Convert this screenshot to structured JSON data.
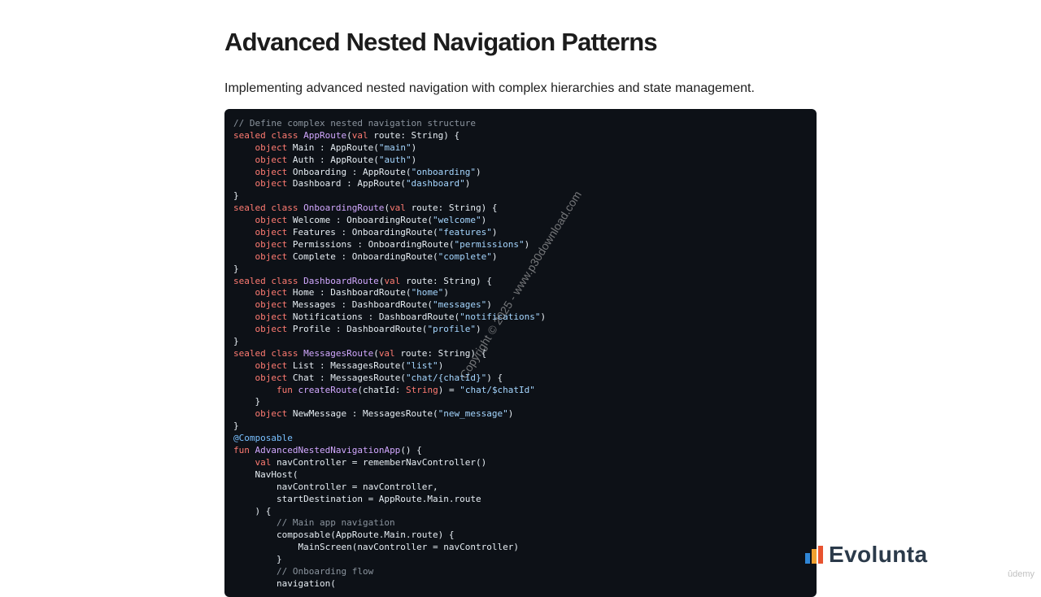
{
  "header": {
    "title": "Advanced Nested Navigation Patterns",
    "description": "Implementing advanced nested navigation with complex hierarchies and state management."
  },
  "colors": {
    "page_bg": "#ffffff",
    "code_bg": "#0d1117",
    "keyword": "#ff7b72",
    "class_name": "#d2a8ff",
    "string": "#a5d6ff",
    "comment": "#8b949e",
    "annotation": "#79c0ff",
    "plain": "#e6edf3"
  },
  "code": {
    "language": "kotlin",
    "lines": [
      [
        [
          "c",
          "// Define complex nested navigation structure"
        ]
      ],
      [
        [
          "k",
          "sealed class "
        ],
        [
          "t",
          "AppRoute"
        ],
        [
          "p",
          "("
        ],
        [
          "k",
          "val "
        ],
        [
          "p",
          "route: String) {"
        ]
      ],
      [
        [
          "p",
          "    "
        ],
        [
          "k",
          "object "
        ],
        [
          "p",
          "Main : AppRoute("
        ],
        [
          "s",
          "\"main\""
        ],
        [
          "p",
          ")"
        ]
      ],
      [
        [
          "p",
          "    "
        ],
        [
          "k",
          "object "
        ],
        [
          "p",
          "Auth : AppRoute("
        ],
        [
          "s",
          "\"auth\""
        ],
        [
          "p",
          ")"
        ]
      ],
      [
        [
          "p",
          "    "
        ],
        [
          "k",
          "object "
        ],
        [
          "p",
          "Onboarding : AppRoute("
        ],
        [
          "s",
          "\"onboarding\""
        ],
        [
          "p",
          ")"
        ]
      ],
      [
        [
          "p",
          "    "
        ],
        [
          "k",
          "object "
        ],
        [
          "p",
          "Dashboard : AppRoute("
        ],
        [
          "s",
          "\"dashboard\""
        ],
        [
          "p",
          ")"
        ]
      ],
      [
        [
          "p",
          "}"
        ]
      ],
      [
        [
          "k",
          "sealed class "
        ],
        [
          "t",
          "OnboardingRoute"
        ],
        [
          "p",
          "("
        ],
        [
          "k",
          "val "
        ],
        [
          "p",
          "route: String) {"
        ]
      ],
      [
        [
          "p",
          "    "
        ],
        [
          "k",
          "object "
        ],
        [
          "p",
          "Welcome : OnboardingRoute("
        ],
        [
          "s",
          "\"welcome\""
        ],
        [
          "p",
          ")"
        ]
      ],
      [
        [
          "p",
          "    "
        ],
        [
          "k",
          "object "
        ],
        [
          "p",
          "Features : OnboardingRoute("
        ],
        [
          "s",
          "\"features\""
        ],
        [
          "p",
          ")"
        ]
      ],
      [
        [
          "p",
          "    "
        ],
        [
          "k",
          "object "
        ],
        [
          "p",
          "Permissions : OnboardingRoute("
        ],
        [
          "s",
          "\"permissions\""
        ],
        [
          "p",
          ")"
        ]
      ],
      [
        [
          "p",
          "    "
        ],
        [
          "k",
          "object "
        ],
        [
          "p",
          "Complete : OnboardingRoute("
        ],
        [
          "s",
          "\"complete\""
        ],
        [
          "p",
          ")"
        ]
      ],
      [
        [
          "p",
          "}"
        ]
      ],
      [
        [
          "k",
          "sealed class "
        ],
        [
          "t",
          "DashboardRoute"
        ],
        [
          "p",
          "("
        ],
        [
          "k",
          "val "
        ],
        [
          "p",
          "route: String) {"
        ]
      ],
      [
        [
          "p",
          "    "
        ],
        [
          "k",
          "object "
        ],
        [
          "p",
          "Home : DashboardRoute("
        ],
        [
          "s",
          "\"home\""
        ],
        [
          "p",
          ")"
        ]
      ],
      [
        [
          "p",
          "    "
        ],
        [
          "k",
          "object "
        ],
        [
          "p",
          "Messages : DashboardRoute("
        ],
        [
          "s",
          "\"messages\""
        ],
        [
          "p",
          ")"
        ]
      ],
      [
        [
          "p",
          "    "
        ],
        [
          "k",
          "object "
        ],
        [
          "p",
          "Notifications : DashboardRoute("
        ],
        [
          "s",
          "\"notifications\""
        ],
        [
          "p",
          ")"
        ]
      ],
      [
        [
          "p",
          "    "
        ],
        [
          "k",
          "object "
        ],
        [
          "p",
          "Profile : DashboardRoute("
        ],
        [
          "s",
          "\"profile\""
        ],
        [
          "p",
          ")"
        ]
      ],
      [
        [
          "p",
          "}"
        ]
      ],
      [
        [
          "k",
          "sealed class "
        ],
        [
          "t",
          "MessagesRoute"
        ],
        [
          "p",
          "("
        ],
        [
          "k",
          "val "
        ],
        [
          "p",
          "route: String) {"
        ]
      ],
      [
        [
          "p",
          "    "
        ],
        [
          "k",
          "object "
        ],
        [
          "p",
          "List : MessagesRoute("
        ],
        [
          "s",
          "\"list\""
        ],
        [
          "p",
          ")"
        ]
      ],
      [
        [
          "p",
          "    "
        ],
        [
          "k",
          "object "
        ],
        [
          "p",
          "Chat : MessagesRoute("
        ],
        [
          "s",
          "\"chat/{chatId}\""
        ],
        [
          "p",
          ") {"
        ]
      ],
      [
        [
          "p",
          "        "
        ],
        [
          "k",
          "fun "
        ],
        [
          "t",
          "createRoute"
        ],
        [
          "p",
          "(chatId: "
        ],
        [
          "k",
          "String"
        ],
        [
          "p",
          ") = "
        ],
        [
          "s",
          "\"chat/$chatId\""
        ]
      ],
      [
        [
          "p",
          "    }"
        ]
      ],
      [
        [
          "p",
          "    "
        ],
        [
          "k",
          "object "
        ],
        [
          "p",
          "NewMessage : MessagesRoute("
        ],
        [
          "s",
          "\"new_message\""
        ],
        [
          "p",
          ")"
        ]
      ],
      [
        [
          "p",
          "}"
        ]
      ],
      [
        [
          "a",
          "@Composable"
        ]
      ],
      [
        [
          "k",
          "fun "
        ],
        [
          "t",
          "AdvancedNestedNavigationApp"
        ],
        [
          "p",
          "() {"
        ]
      ],
      [
        [
          "p",
          "    "
        ],
        [
          "k",
          "val "
        ],
        [
          "p",
          "navController = rememberNavController()"
        ]
      ],
      [
        [
          "p",
          "    NavHost("
        ]
      ],
      [
        [
          "p",
          "        navController = navController,"
        ]
      ],
      [
        [
          "p",
          "        startDestination = AppRoute.Main.route"
        ]
      ],
      [
        [
          "p",
          "    ) {"
        ]
      ],
      [
        [
          "p",
          "        "
        ],
        [
          "c",
          "// Main app navigation"
        ]
      ],
      [
        [
          "p",
          "        composable(AppRoute.Main.route) {"
        ]
      ],
      [
        [
          "p",
          "            MainScreen(navController = navController)"
        ]
      ],
      [
        [
          "p",
          "        }"
        ]
      ],
      [
        [
          "p",
          "        "
        ],
        [
          "c",
          "// Onboarding flow"
        ]
      ],
      [
        [
          "p",
          "        navigation("
        ]
      ]
    ]
  },
  "watermark": {
    "text": "Copyright © 2025 - www.p30download.com"
  },
  "brand": {
    "logo_icon": "bar-chart-logo-icon",
    "name": "Evolunta"
  },
  "platform_mark": {
    "text": "ûdemy"
  }
}
